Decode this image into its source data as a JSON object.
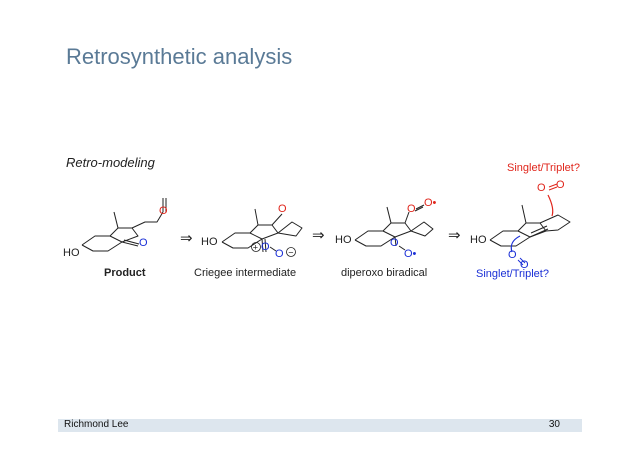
{
  "slide": {
    "title": "Retrosynthetic analysis",
    "subtitle": "Retro-modeling"
  },
  "scheme": {
    "arrow_symbol": "⇒",
    "labels": {
      "product": "Product",
      "criegee": "Criegee intermediate",
      "biradical": "diperoxo biradical",
      "singlet_triplet_top": "Singlet/Triplet?",
      "singlet_triplet_bottom": "Singlet/Triplet?"
    },
    "atoms": {
      "ho": "HO",
      "o": "O",
      "o_radical": "O•",
      "plus": "+",
      "minus": "−"
    }
  },
  "colors": {
    "title": "#5a7a96",
    "red_oxygen": "#e0261c",
    "blue_oxygen": "#1a2fd6",
    "footer_bg": "#dde6ee"
  },
  "footer": {
    "author": "Richmond Lee",
    "page_number": "30"
  }
}
